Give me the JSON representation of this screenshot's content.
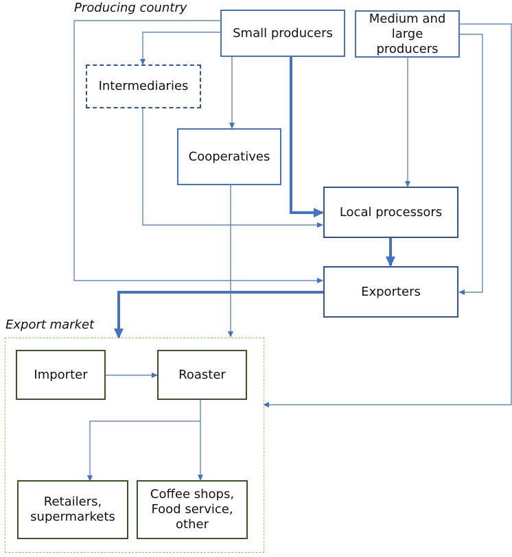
{
  "regions": {
    "producing_country": "Producing country",
    "export_market": "Export market"
  },
  "nodes": {
    "small_producers": "Small producers",
    "medium_large_producers": "Medium and\nlarge\nproducers",
    "intermediaries": "Intermediaries",
    "cooperatives": "Cooperatives",
    "local_processors": "Local processors",
    "exporters": "Exporters",
    "importer": "Importer",
    "roaster": "Roaster",
    "retailers": "Retailers,\nsupermarkets",
    "coffee_shops": "Coffee shops,\nFood service,\nother"
  },
  "colors": {
    "arrow": "#4472c4",
    "box_border_blue": "#4472c4",
    "box_border_green": "#375623",
    "export_region_border": "#92d050"
  },
  "flows": [
    {
      "from": "small_producers",
      "to": "intermediaries",
      "weight": "thin"
    },
    {
      "from": "small_producers",
      "to": "cooperatives",
      "weight": "thin"
    },
    {
      "from": "small_producers",
      "to": "local_processors",
      "weight": "thick"
    },
    {
      "from": "small_producers",
      "to": "exporters",
      "weight": "thin"
    },
    {
      "from": "intermediaries",
      "to": "local_processors",
      "weight": "thin"
    },
    {
      "from": "medium_large_producers",
      "to": "local_processors",
      "weight": "thin"
    },
    {
      "from": "medium_large_producers",
      "to": "exporters",
      "weight": "thin"
    },
    {
      "from": "medium_large_producers",
      "to": "export_market",
      "weight": "thin"
    },
    {
      "from": "local_processors",
      "to": "exporters",
      "weight": "thick"
    },
    {
      "from": "exporters",
      "to": "export_market",
      "weight": "thick"
    },
    {
      "from": "cooperatives",
      "to": "export_market",
      "weight": "thin"
    },
    {
      "from": "importer",
      "to": "roaster",
      "weight": "thin"
    },
    {
      "from": "roaster",
      "to": "retailers",
      "weight": "thin"
    },
    {
      "from": "roaster",
      "to": "coffee_shops",
      "weight": "thin"
    }
  ]
}
